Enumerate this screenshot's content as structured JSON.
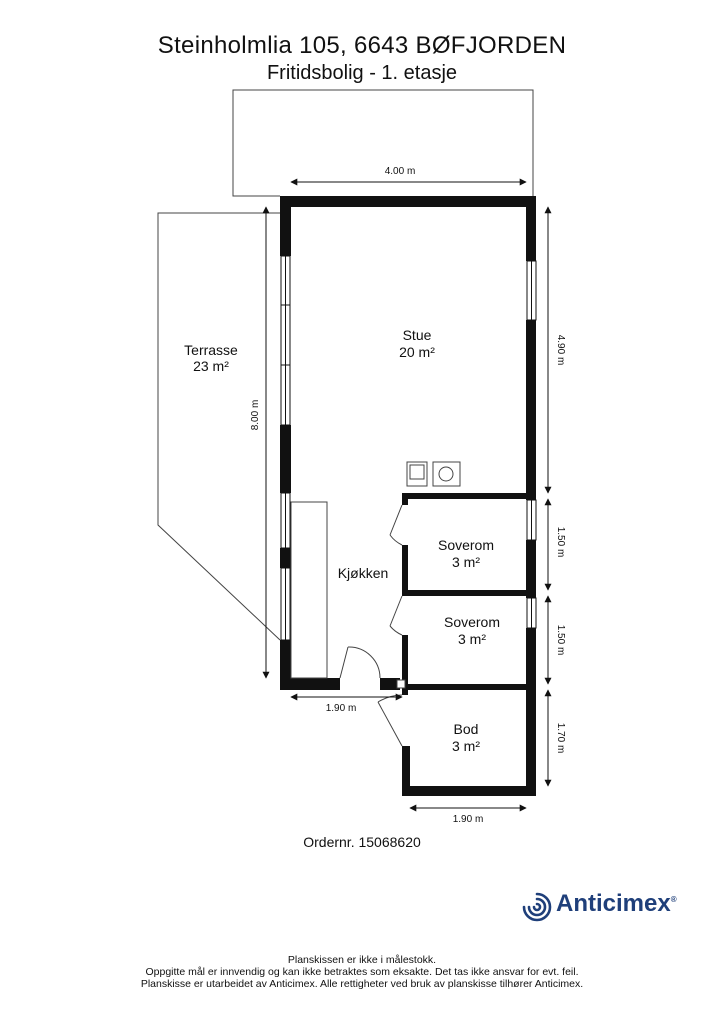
{
  "header": {
    "address": "Steinholmlia 105, 6643 BØFJORDEN",
    "subtitle": "Fritidsbolig - 1. etasje"
  },
  "rooms": {
    "stue": {
      "name": "Stue",
      "area": "20 m²"
    },
    "terrasse": {
      "name": "Terrasse",
      "area": "23 m²"
    },
    "kjokken": {
      "name": "Kjøkken"
    },
    "soverom1": {
      "name": "Soverom",
      "area": "3 m²"
    },
    "soverom2": {
      "name": "Soverom",
      "area": "3 m²"
    },
    "bod": {
      "name": "Bod",
      "area": "3 m²"
    }
  },
  "dimensions": {
    "top_width": "4.00 m",
    "left_height": "8.00 m",
    "stue_height": "4.90 m",
    "soverom1_height": "1.50 m",
    "soverom2_height": "1.50 m",
    "bod_height": "1.70 m",
    "bottom_left_width": "1.90 m",
    "bod_width": "1.90 m"
  },
  "order": {
    "text": "Ordernr. 15068620"
  },
  "logo": {
    "name": "Anticimex",
    "mark": "®",
    "icon": "spiral-icon",
    "color": "#1f3f7a"
  },
  "footer": {
    "line1": "Planskissen er ikke i målestokk.",
    "line2": "Oppgitte mål er innvendig og kan ikke betraktes som eksakte. Det tas ikke ansvar for evt. feil.",
    "line3": "Planskisse er utarbeidet av Anticimex. Alle rettigheter ved bruk av planskisse tilhører Anticimex."
  }
}
